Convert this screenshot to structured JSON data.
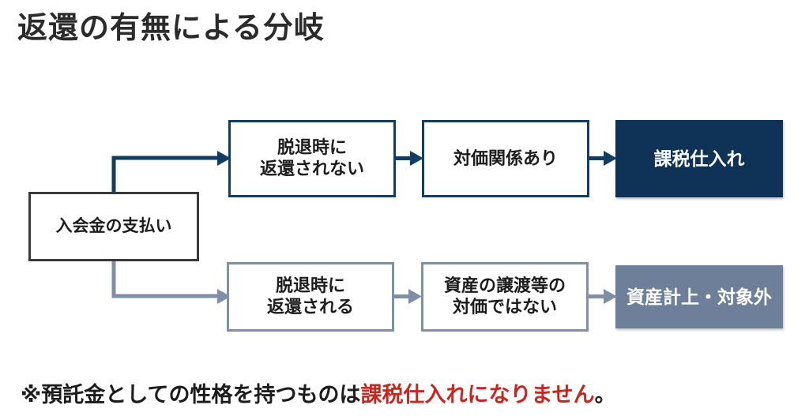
{
  "title": "返還の有無による分岐",
  "colors": {
    "dark_navy": "#0F3257",
    "navy_border": "#123D63",
    "slate_gray": "#6E7F99",
    "gray_border": "#7E8FA6",
    "start_border": "#3A3A3A",
    "text_dark": "#1C1C1C",
    "accent_red": "#C9261F",
    "background": "#FFFFFF"
  },
  "diagram": {
    "start_node": {
      "label": "入会金の支払い"
    },
    "branches": [
      {
        "id": "taxable",
        "condition": {
          "label": "脱退時に\n返還されない"
        },
        "reason": {
          "label": "対価関係あり"
        },
        "result": {
          "label": "課税仕入れ"
        }
      },
      {
        "id": "non-taxable",
        "condition": {
          "label": "脱退時に\n返還される"
        },
        "reason": {
          "label": "資産の譲渡等の\n対価ではない"
        },
        "result": {
          "label": "資産計上・対象外"
        }
      }
    ]
  },
  "footnote": {
    "prefix": "※預託金としての性格を持つものは",
    "highlight": "課税仕入れになりません",
    "suffix": "。"
  }
}
